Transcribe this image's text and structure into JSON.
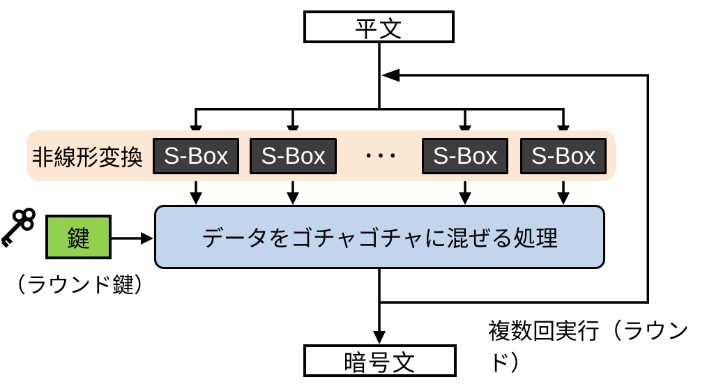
{
  "diagram": {
    "plaintext_label": "平文",
    "ciphertext_label": "暗号文",
    "nonlinear": {
      "label": "非線形変換",
      "sbox_label": "S-Box",
      "ellipsis": "•••"
    },
    "key": {
      "label": "鍵",
      "round_key_label": "（ラウンド鍵）"
    },
    "mix_label": "データをゴチャゴチャに混ぜる処理",
    "loop_label": "複数回実行（ラウンド）",
    "colors": {
      "band_fill": "#fce6d4",
      "sbox_fill": "#3d3d3d",
      "sbox_text": "#ffffff",
      "key_fill": "#92d050",
      "mix_fill": "#c3d4ed",
      "line": "#000000",
      "background": "#ffffff"
    }
  }
}
